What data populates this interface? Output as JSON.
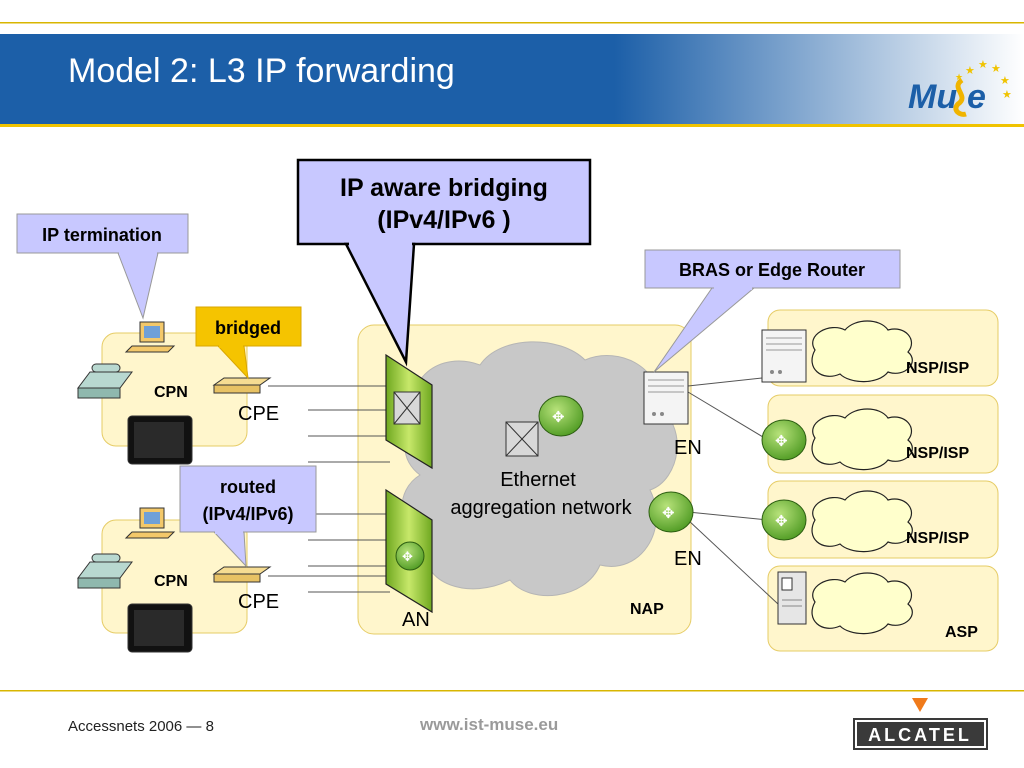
{
  "slide": {
    "title": "Model 2: L3 IP forwarding",
    "logo_text": "Mu",
    "logo_text_end": "e",
    "footer_left": "Accessnets 2006 — 8",
    "footer_url": "www.ist-muse.eu",
    "brand": "ALCATEL"
  },
  "callouts": {
    "ip_termination": "IP termination",
    "bridged": "bridged",
    "routed_line1": "routed",
    "routed_line2": "(IPv4/IPv6)",
    "ip_aware_line1": "IP aware bridging",
    "ip_aware_line2": "(IPv4/IPv6 )",
    "bras": "BRAS or Edge Router"
  },
  "labels": {
    "cpn_top": "CPN",
    "cpn_bottom": "CPN",
    "cpe_top": "CPE",
    "cpe_bottom": "CPE",
    "an": "AN",
    "nap": "NAP",
    "en_top": "EN",
    "en_bottom": "EN",
    "ethernet_line1": "Ethernet",
    "ethernet_line2": "aggregation network",
    "nsp1": "NSP/ISP",
    "nsp2": "NSP/ISP",
    "nsp3": "NSP/ISP",
    "asp": "ASP"
  },
  "colors": {
    "header_blue": "#1c5fa8",
    "callout_fill": "#c8c8ff",
    "bridged_fill": "#f5c400",
    "area_fill": "#fff6cc",
    "area_stroke": "#e6cc66",
    "cloud_fill": "#c8c8c8",
    "router_green": "#7cc242",
    "an_green": "#a6d13b"
  }
}
